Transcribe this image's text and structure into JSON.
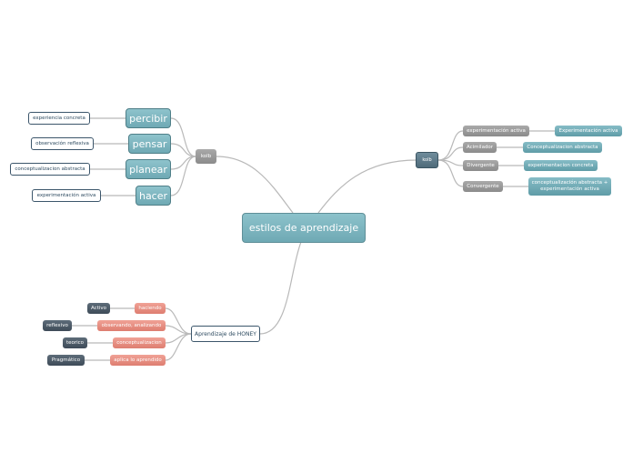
{
  "central": "estilos de aprendizaje",
  "kolb_left": {
    "label": "kolb",
    "items": [
      {
        "label": "percibir",
        "detail": "experiencia concreta"
      },
      {
        "label": "pensar",
        "detail": "observación reflexiva"
      },
      {
        "label": "planear",
        "detail": "conceptualizacion abstracta"
      },
      {
        "label": "hacer",
        "detail": "experimentación activa"
      }
    ]
  },
  "kolb_right": {
    "label": "kolb",
    "items": [
      {
        "label": "experimentación activa",
        "detail": "Experimentación activa"
      },
      {
        "label": "Acimilador",
        "detail": "Conceptualizacion abstracta"
      },
      {
        "label": "Divergente",
        "detail": "experimentacion concreta"
      },
      {
        "label": "Convergente",
        "detail_line1": "conceptualización abstracta +",
        "detail_line2": "experimentación activa"
      }
    ]
  },
  "honey": {
    "label": "Aprendizaje de HONEY",
    "items": [
      {
        "style": "Activo",
        "action": "haciendo"
      },
      {
        "style": "reflexivo",
        "action": "observando, analizando"
      },
      {
        "style": "teorico",
        "action": "conceptualizacion"
      },
      {
        "style": "Pragmático",
        "action": "aplica lo aprendido"
      }
    ]
  },
  "colors": {
    "teal": "#6fa9b4",
    "navy": "#3e4b58",
    "pink": "#de7d70",
    "grey": "#8b8b8b",
    "connector": "#b5b5b5"
  }
}
